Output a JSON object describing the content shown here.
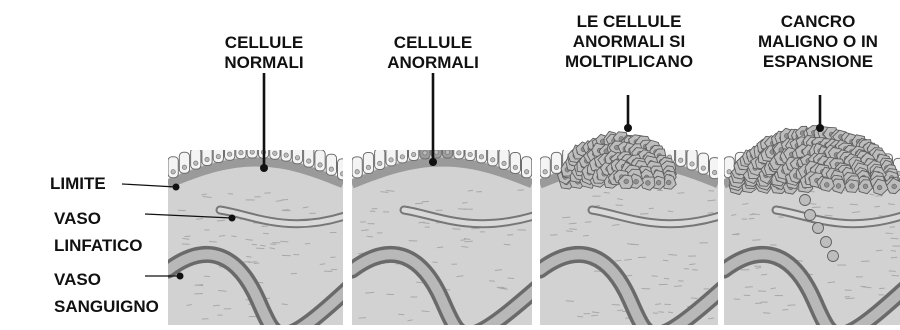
{
  "stages": [
    {
      "id": "normal",
      "label": "CELLULE\nNORMALI"
    },
    {
      "id": "abnormal",
      "label": "CELLULE\nANORMALI"
    },
    {
      "id": "multiply",
      "label": "LE CELLULE\nANORMALI SI\nMOLTIPLICANO"
    },
    {
      "id": "cancer",
      "label": "CANCRO\nMALIGNO O IN\nESPANSIONE"
    }
  ],
  "structures": [
    {
      "id": "boundary",
      "label": "LIMITE"
    },
    {
      "id": "lymph",
      "label": "VASO\nLINFATICO"
    },
    {
      "id": "blood",
      "label": "VASO\nSANGUIGNO"
    }
  ],
  "colors": {
    "tissue": "#d2d2d2",
    "boundary": "#9a9a9a",
    "cell": "#f4f4f4",
    "cell_outline": "#6e6e6e",
    "abnormal_cell": "#9c9c9c",
    "tumor_cell": "#bdbdbd",
    "vessel_outer": "#6a6a6a",
    "vessel_inner": "#b8b8b8",
    "text": "#111111"
  }
}
